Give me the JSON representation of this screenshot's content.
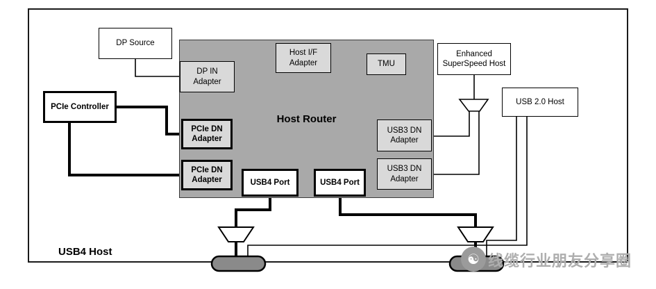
{
  "diagram": {
    "outer_label": "USB4 Host",
    "host_router_label": "Host Router",
    "boxes": {
      "dp_source": "DP Source",
      "dp_in_adapter": "DP IN\nAdapter",
      "host_if_adapter": "Host I/F\nAdapter",
      "tmu": "TMU",
      "pcie_controller": "PCIe Controller",
      "pcie_dn_adapter_1": "PCIe DN\nAdapter",
      "pcie_dn_adapter_2": "PCIe DN\nAdapter",
      "usb3_dn_adapter_1": "USB3 DN\nAdapter",
      "usb3_dn_adapter_2": "USB3 DN\nAdapter",
      "usb4_port_1": "USB4 Port",
      "usb4_port_2": "USB4 Port",
      "enhanced_superspeed_host": "Enhanced\nSuperSpeed Host",
      "usb2_host": "USB 2.0 Host"
    },
    "watermark": {
      "text": "线缆行业朋友分享圈"
    },
    "colors": {
      "host_router_fill": "#a9a9a9",
      "adapter_fill": "#d9d9d9",
      "connector_fill": "#8a8a8a",
      "watermark_text": "#aeaeae",
      "line_color": "#000000"
    }
  }
}
